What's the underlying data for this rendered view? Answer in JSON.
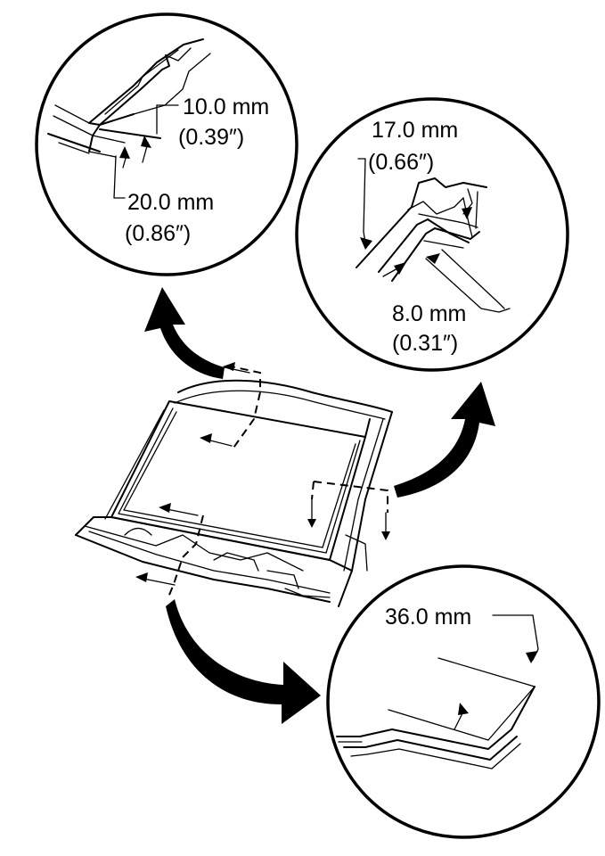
{
  "callouts": {
    "top_left": {
      "dim1_mm": "10.0 mm",
      "dim1_in": "(0.39″)",
      "dim2_mm": "20.0 mm",
      "dim2_in": "(0.86″)"
    },
    "top_right": {
      "dim1_mm": "17.0 mm",
      "dim1_in": "(0.66″)",
      "dim2_mm": "8.0 mm",
      "dim2_in": "(0.31″)"
    },
    "bottom_right": {
      "dim1_mm": "36.0 mm"
    }
  },
  "icons": [
    "arrow-curved-up-left-icon",
    "arrow-curved-up-right-icon",
    "arrow-curved-down-right-icon"
  ]
}
